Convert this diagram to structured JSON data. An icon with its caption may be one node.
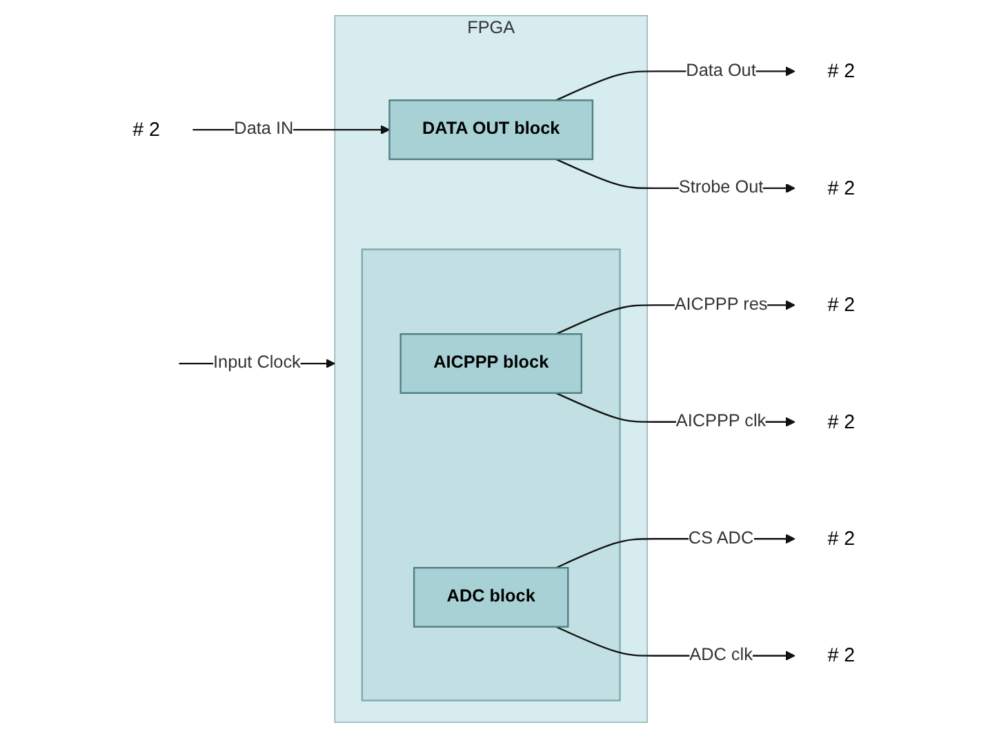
{
  "diagram": {
    "nodes": [
      {
        "text": [
          "FPGA"
        ]
      },
      {
        "text": [],
        "shape": "box",
        "in": 0
      },
      {
        "text": [
          "AICPPP block"
        ],
        "in": 1
      },
      {
        "text": [
          "# 2"
        ]
      },
      {
        "text": [
          "# 2"
        ]
      },
      {
        "text": [
          "ADC block"
        ],
        "in": 1
      },
      {
        "text": [
          "# 2"
        ]
      },
      {
        "text": [
          "# 2"
        ]
      },
      {
        "text": [
          "# 2"
        ]
      },
      {
        "text": [
          "# 2"
        ]
      },
      {
        "text": [
          "DATA OUT block"
        ],
        "in": 0
      },
      {
        "text": [
          "# 2"
        ]
      }
    ],
    "edges": [
      {
        "from": null,
        "to": 0,
        "arrow": "to",
        "label": "Input Clock"
      },
      {
        "from": 2,
        "to": 3,
        "arrow": "to",
        "label": "AICPPP res"
      },
      {
        "from": 2,
        "to": 4,
        "arrow": "to",
        "label": "AICPPP clk"
      },
      {
        "from": 5,
        "to": 6,
        "arrow": "to",
        "label": "CS ADC"
      },
      {
        "from": 5,
        "to": 7,
        "arrow": "to",
        "label": "ADC clk"
      },
      {
        "from": 10,
        "to": 8,
        "arrow": "to",
        "label": "Data Out"
      },
      {
        "from": 10,
        "to": 9,
        "arrow": "to",
        "label": "Strobe Out"
      },
      {
        "from": 11,
        "to": 10,
        "arrow": "to",
        "label": "Data IN"
      }
    ]
  }
}
